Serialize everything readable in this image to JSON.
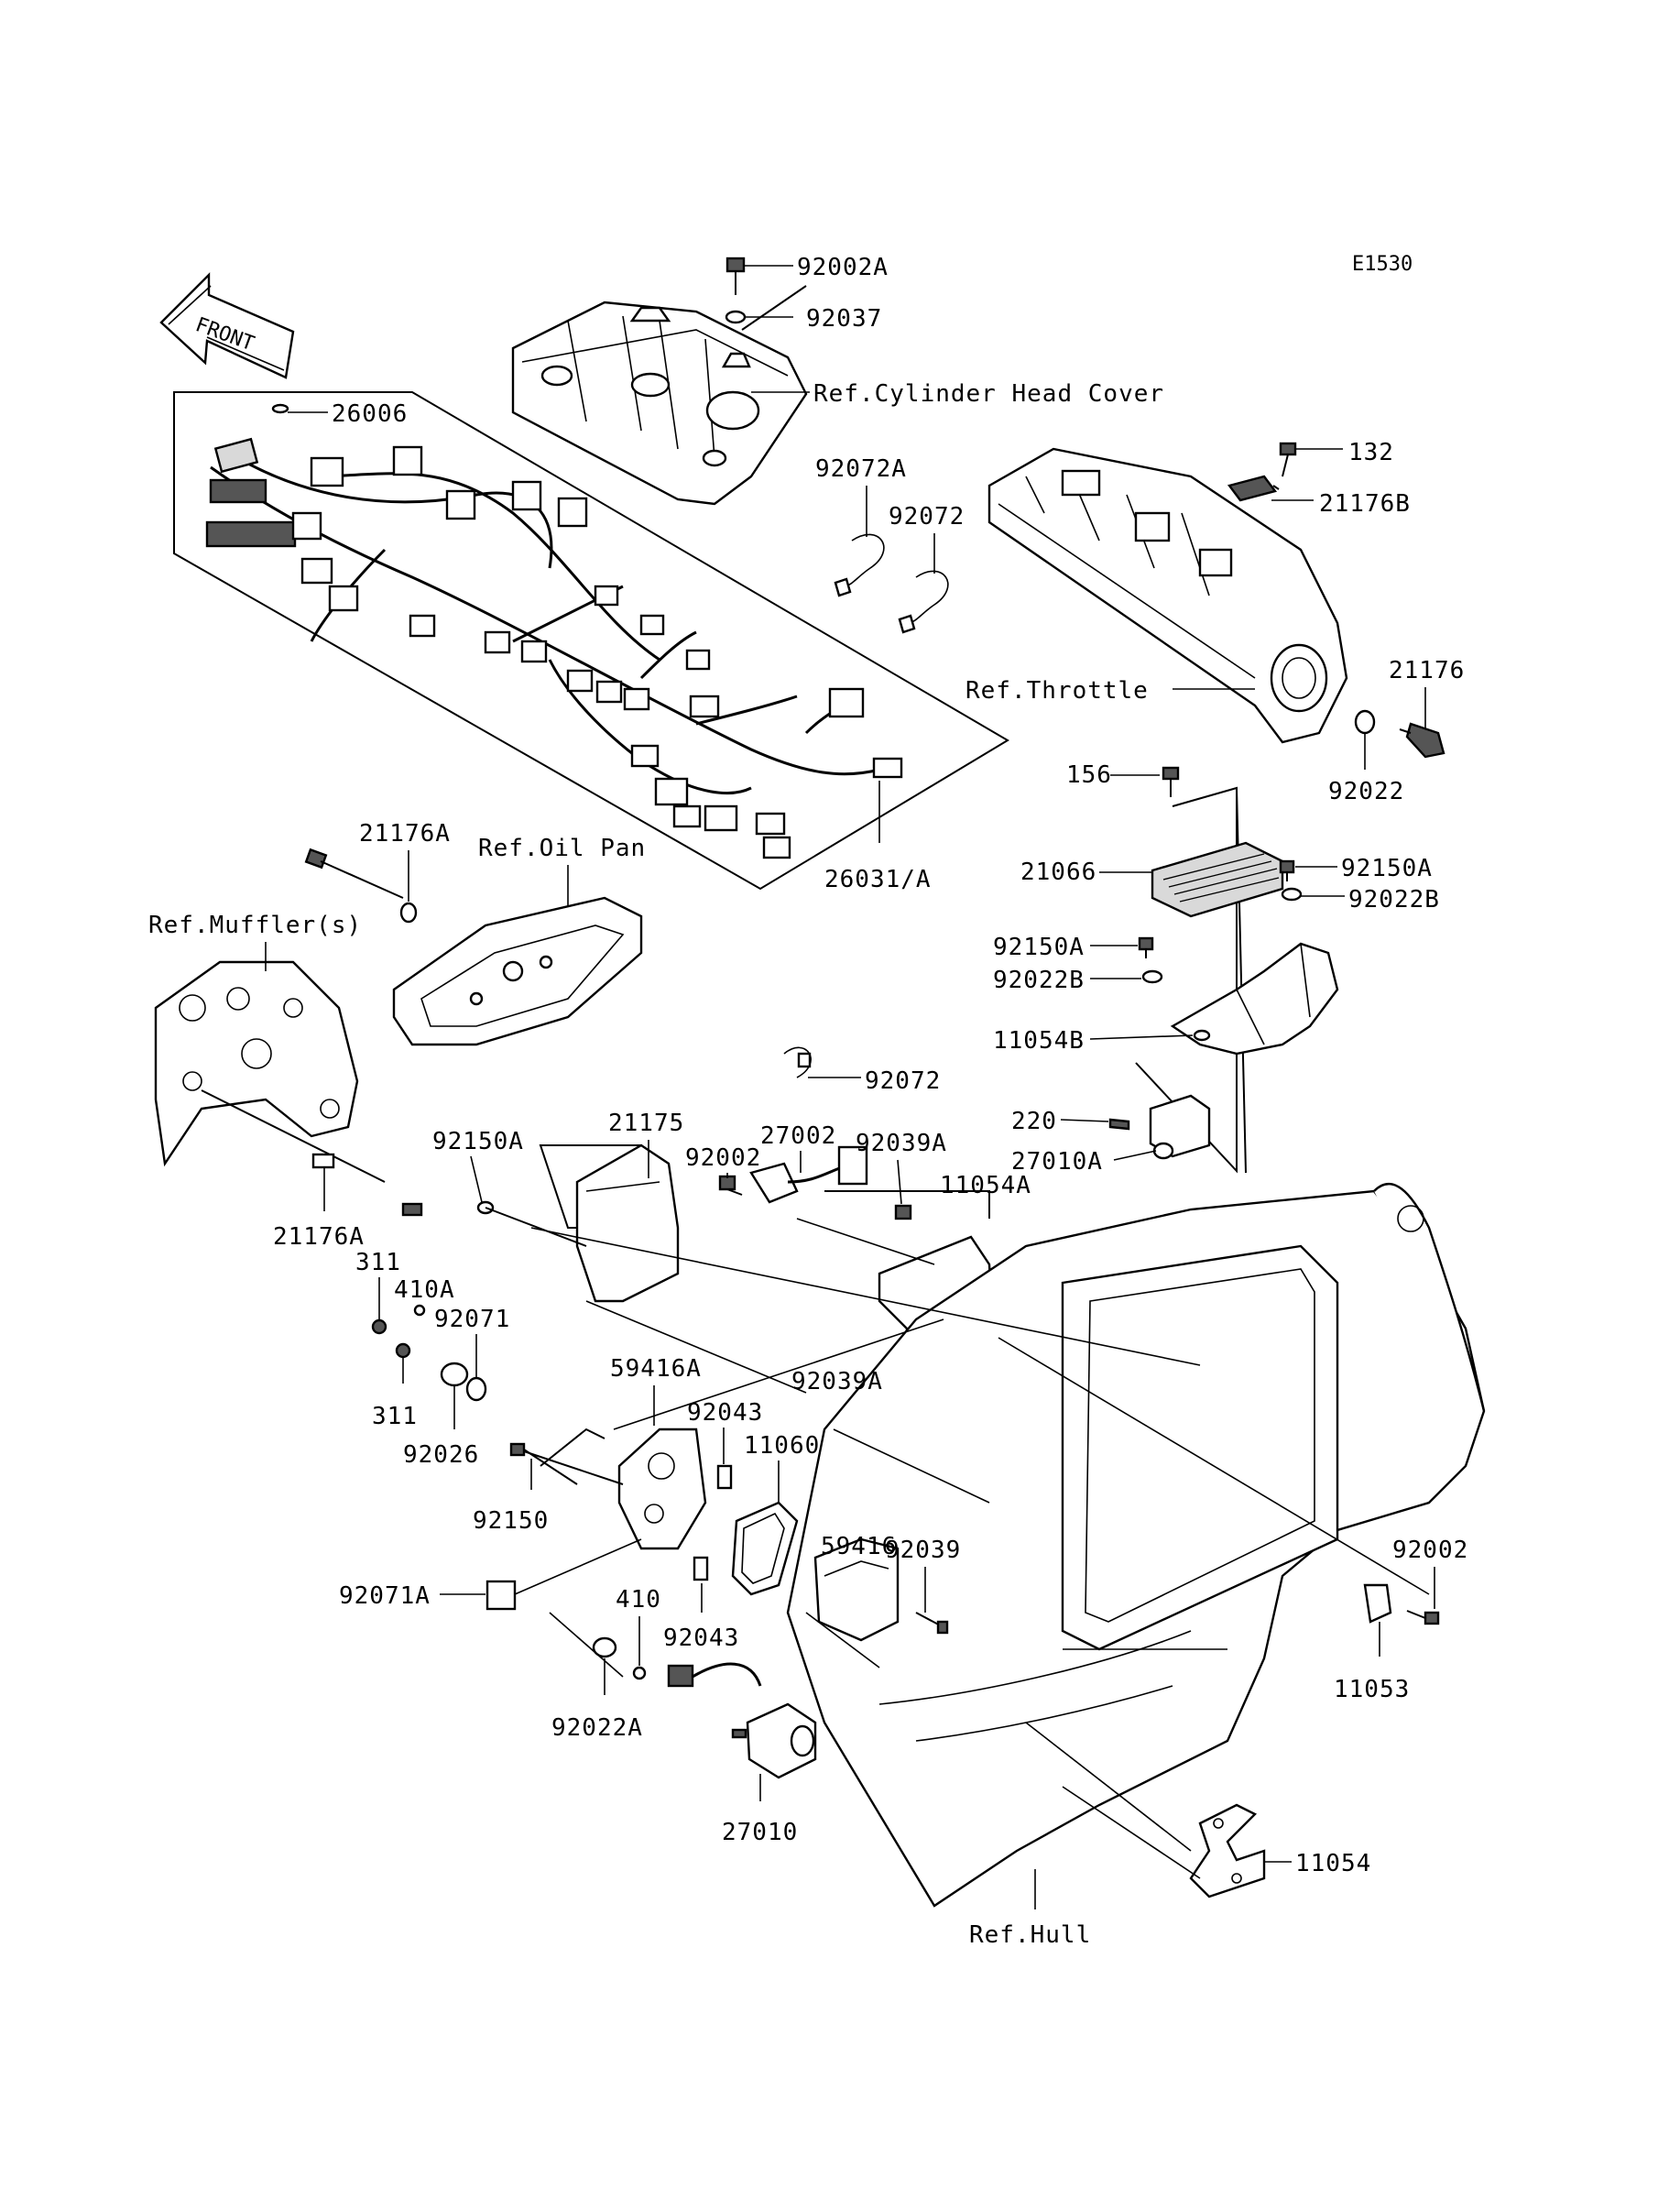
{
  "diagram_code": "E1530",
  "front_label": "FRONT",
  "refs": {
    "cylinder_head_cover": "Ref.Cylinder Head Cover",
    "throttle": "Ref.Throttle",
    "oil_pan": "Ref.Oil Pan",
    "mufflers": "Ref.Muffler(s)",
    "hull": "Ref.Hull"
  },
  "parts": {
    "p92002A": "92002A",
    "p92037": "92037",
    "p26006": "26006",
    "p92072A": "92072A",
    "p92072_top": "92072",
    "p132": "132",
    "p21176B": "21176B",
    "p21176": "21176",
    "p92022": "92022",
    "p26031A": "26031/A",
    "p156": "156",
    "p21066": "21066",
    "p92150A_right": "92150A",
    "p92022B_right": "92022B",
    "p92150A_mid": "92150A",
    "p92022B_mid": "92022B",
    "p11054B": "11054B",
    "p21176A_top": "21176A",
    "p92072_mid": "92072",
    "p220": "220",
    "p27010A": "27010A",
    "p21175": "21175",
    "p92002_mid": "92002",
    "p27002": "27002",
    "p92039A_top": "92039A",
    "p11054A": "11054A",
    "p92150A_left": "92150A",
    "p21176A_bottom": "21176A",
    "p311_top": "311",
    "p410A": "410A",
    "p92071": "92071",
    "p311_bottom": "311",
    "p92026": "92026",
    "p59416A": "59416A",
    "p92039A_mid": "92039A",
    "p92043_top": "92043",
    "p11060": "11060",
    "p92150": "92150",
    "p59416": "59416",
    "p92039": "92039",
    "p92071A": "92071A",
    "p410": "410",
    "p92043_bottom": "92043",
    "p92022A": "92022A",
    "p27010": "27010",
    "p92002_right": "92002",
    "p11053": "11053",
    "p11054": "11054"
  }
}
